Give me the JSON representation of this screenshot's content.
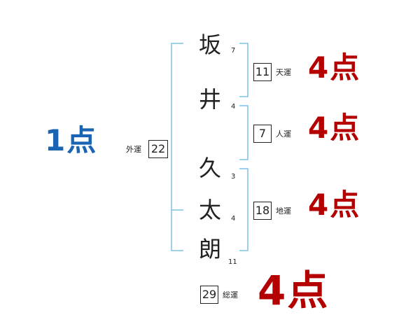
{
  "name_chars": [
    {
      "char": "坂",
      "strokes": "7"
    },
    {
      "char": "井",
      "strokes": "4"
    },
    {
      "char": "久",
      "strokes": "3"
    },
    {
      "char": "太",
      "strokes": "4"
    },
    {
      "char": "朗",
      "strokes": "11"
    }
  ],
  "gaiun": {
    "value": "22",
    "label": "外運",
    "score": "1点",
    "color": "#1a64b4"
  },
  "tenun": {
    "value": "11",
    "label": "天運",
    "score": "4点"
  },
  "jinun": {
    "value": "7",
    "label": "人運",
    "score": "4点"
  },
  "chiun": {
    "value": "18",
    "label": "地運",
    "score": "4点"
  },
  "soun": {
    "value": "29",
    "label": "総運",
    "score": "4点"
  },
  "colors": {
    "bracket": "#7fc0e6",
    "score_red": "#b40000",
    "score_blue": "#1a64b4"
  }
}
